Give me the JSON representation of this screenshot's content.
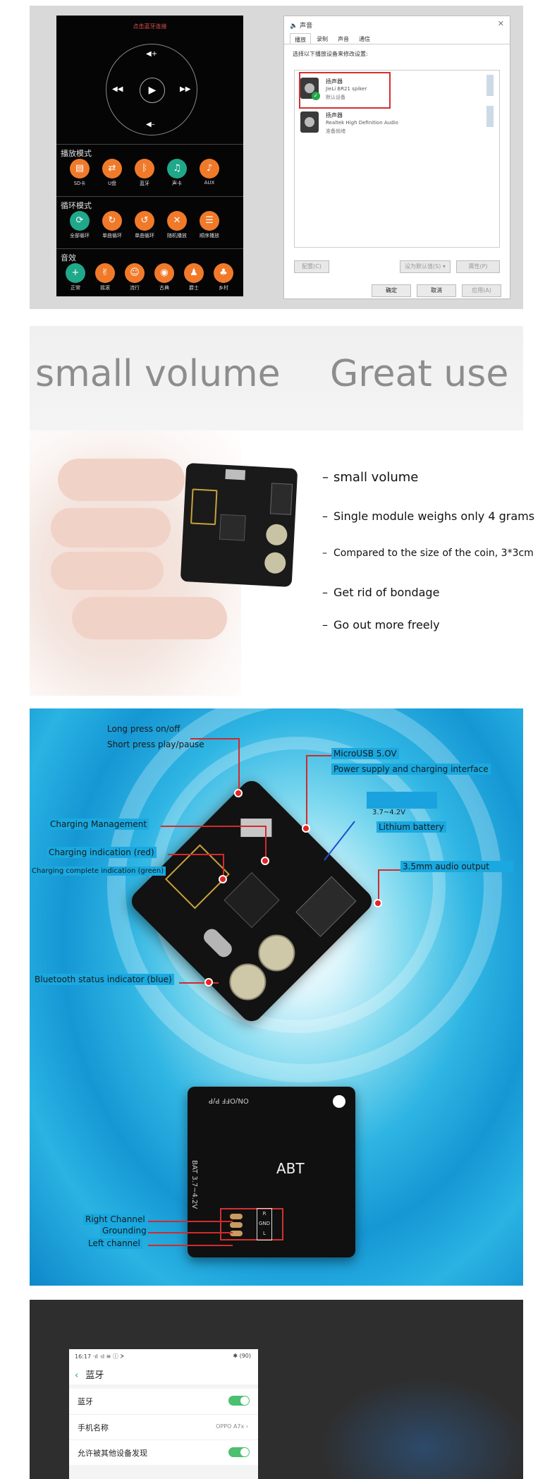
{
  "section_app": {
    "phone": {
      "top_title": "点击蓝牙连接",
      "controls": {
        "vol_up": "◀+",
        "vol_down": "◀–",
        "prev": "◀◀",
        "play": "▶",
        "next": "▶▶"
      },
      "play_mode": {
        "label": "播放模式",
        "items": [
          "SD卡",
          "U盘",
          "蓝牙",
          "声卡",
          "AUX"
        ]
      },
      "loop_mode": {
        "label": "循环模式",
        "items": [
          "全部循环",
          "单曲循环",
          "单曲循环",
          "随机播放",
          "顺序播放"
        ]
      },
      "eq": {
        "label": "音效",
        "items": [
          "正常",
          "摇滚",
          "流行",
          "古典",
          "爵士",
          "乡村"
        ]
      },
      "colors": {
        "orange": "#f07a2a",
        "green": "#1fa88a",
        "accent_red": "#e05050"
      }
    },
    "dialog": {
      "title": "声音",
      "tabs": [
        "播放",
        "录制",
        "声音",
        "通信"
      ],
      "instruction": "选择以下播放设备来修改设置:",
      "devices": [
        {
          "name": "扬声器",
          "model": "JieLi BR21 spiker",
          "status": "默认设备"
        },
        {
          "name": "扬声器",
          "model": "Realtek High Definition Audio",
          "status": "准备就绪"
        }
      ],
      "buttons": {
        "configure": "配置(C)",
        "set_default": "设为默认值(S) ▾",
        "properties": "属性(P)",
        "ok": "确定",
        "cancel": "取消",
        "apply": "应用(A)"
      }
    }
  },
  "section_size": {
    "heading_left": "small volume",
    "heading_right": "Great use",
    "bullets": [
      "small volume",
      "Single module weighs only 4 grams",
      "Compared to the size of the coin, 3*3cm",
      "Get rid of bondage",
      "Go out more freely"
    ]
  },
  "section_diagram": {
    "labels": {
      "long_press": "Long press on/off",
      "short_press": "Short press play/pause",
      "microusb": "MicroUSB 5.OV",
      "power_supply": "Power supply and charging interface",
      "voltage": "3.7~4.2V",
      "lithium": "Lithium battery",
      "charging_mgmt": "Charging Management",
      "charging_red": "Charging indication (red)",
      "charging_green": "Charging complete indication (green)",
      "audio_out": "3.5mm audio output",
      "bt_status": "Bluetooth status indicator (blue)",
      "right_channel": "Right Channel",
      "grounding": "Grounding",
      "left_channel": "Left channel"
    },
    "back_board": {
      "brand": "ABT",
      "onoff": "ON/OFF P/P",
      "battery": "BAT 3.7~4.2V",
      "pads": [
        "R",
        "GND",
        "L"
      ]
    },
    "colors": {
      "marker": "#e62323",
      "label_box": "#19a9e0"
    }
  },
  "section_bluetooth": {
    "status_time": "16:17",
    "status_signal": "·ıl ·ıl ≋ ⓘ ᗆ",
    "status_right": "✱ (90)",
    "title": "蓝牙",
    "rows": [
      {
        "label": "蓝牙",
        "type": "toggle",
        "on": true
      },
      {
        "label": "手机名称",
        "type": "value",
        "value": "OPPO A7x ›"
      },
      {
        "label": "允许被其他设备发现",
        "type": "toggle",
        "on": true
      }
    ]
  }
}
